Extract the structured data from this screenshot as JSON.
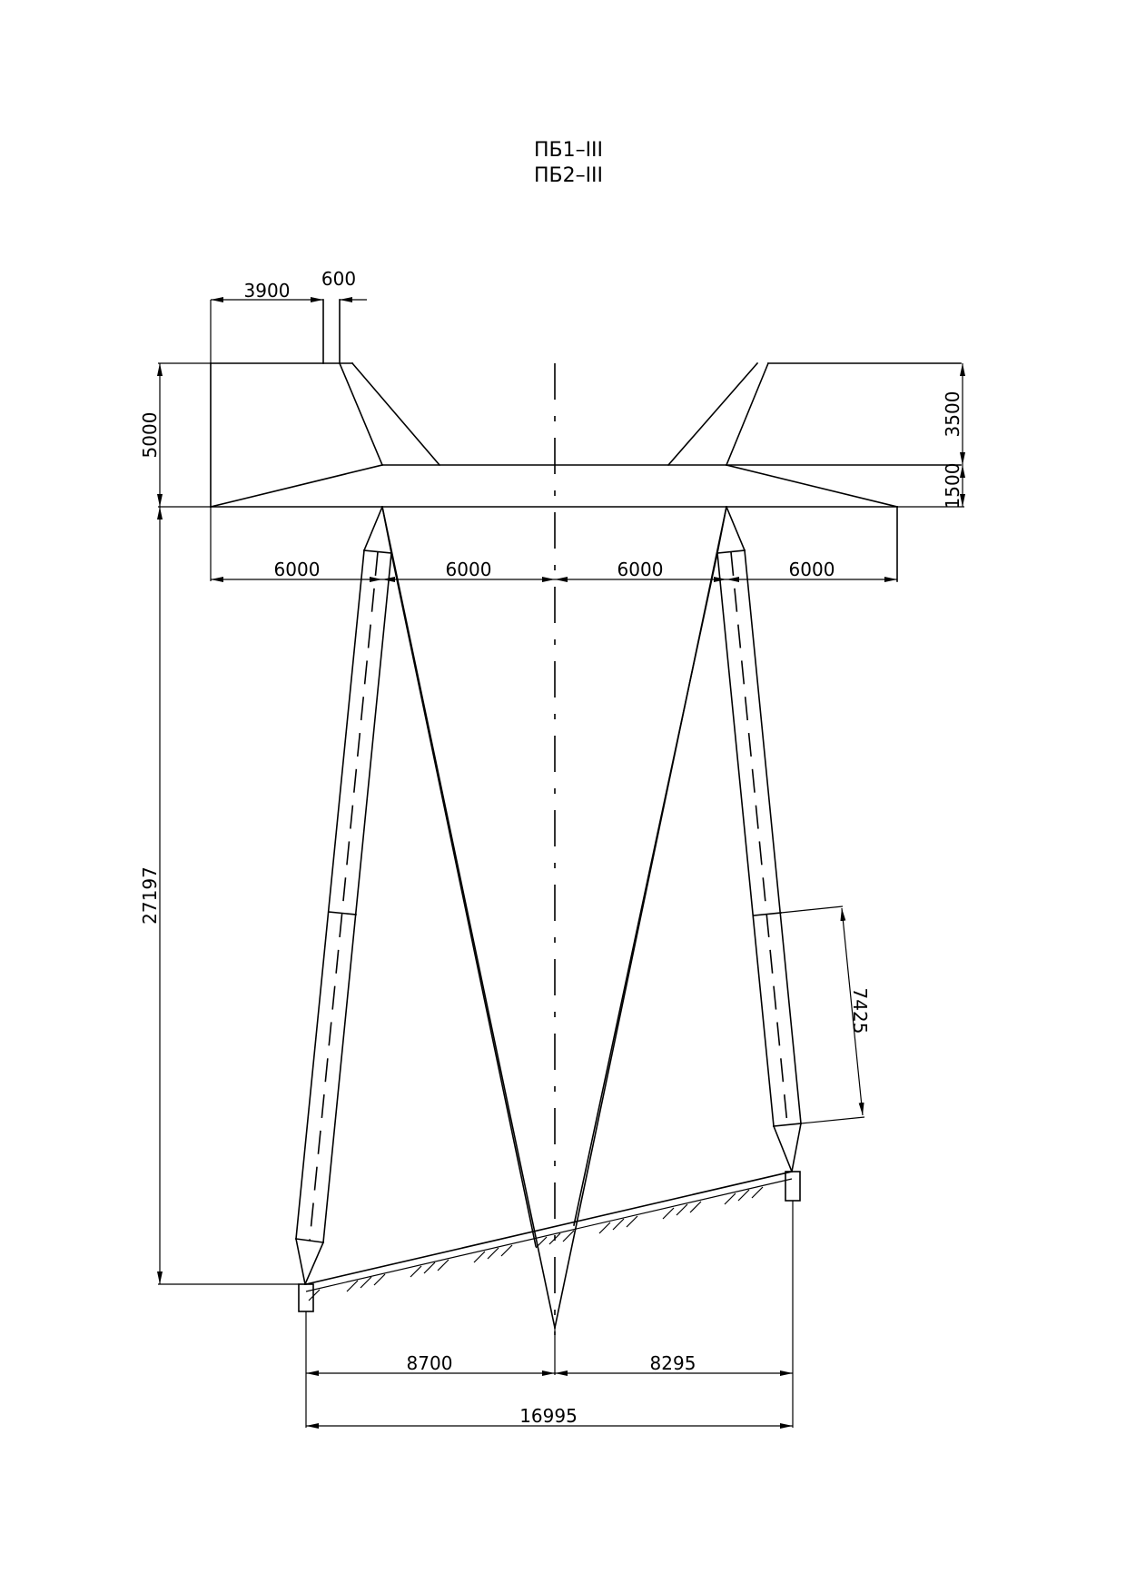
{
  "title": {
    "line1": "ПБ1–III",
    "line2": "ПБ2–III"
  },
  "dimensions": {
    "top_left_offset": "3900",
    "top_width": "600",
    "crossarm_height_total": "5000",
    "upper_right_height": "3500",
    "lower_right_height": "1500",
    "crossarm_span_1": "6000",
    "crossarm_span_2": "6000",
    "crossarm_span_3": "6000",
    "crossarm_span_4": "6000",
    "pole_height": "27197",
    "leg_segment": "7425",
    "base_left": "8700",
    "base_right": "8295",
    "base_total": "16995"
  }
}
